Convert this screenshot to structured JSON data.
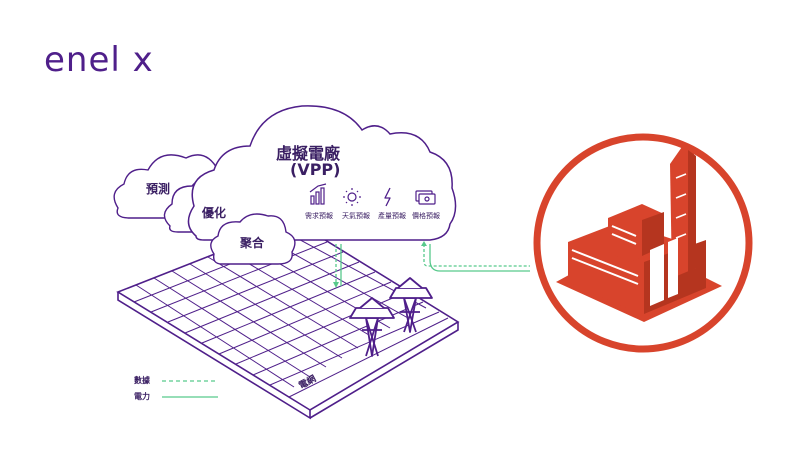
{
  "brand": {
    "name": "enel x"
  },
  "cloud": {
    "title": "虛擬電廠",
    "subtitle": "(VPP)",
    "features": [
      {
        "label": "需求預報",
        "icon": "chart-icon"
      },
      {
        "label": "天氣預報",
        "icon": "sun-icon"
      },
      {
        "label": "產量預報",
        "icon": "lightning-icon"
      },
      {
        "label": "價格預報",
        "icon": "money-icon"
      }
    ]
  },
  "small_clouds": [
    {
      "label": "預測"
    },
    {
      "label": "優化"
    },
    {
      "label": "聚合"
    }
  ],
  "grid_label": "電網",
  "legend": {
    "data_label": "數據",
    "power_label": "電力"
  },
  "colors": {
    "purple": "#4f1f8a",
    "green": "#58c98c",
    "red": "#d8442c"
  }
}
